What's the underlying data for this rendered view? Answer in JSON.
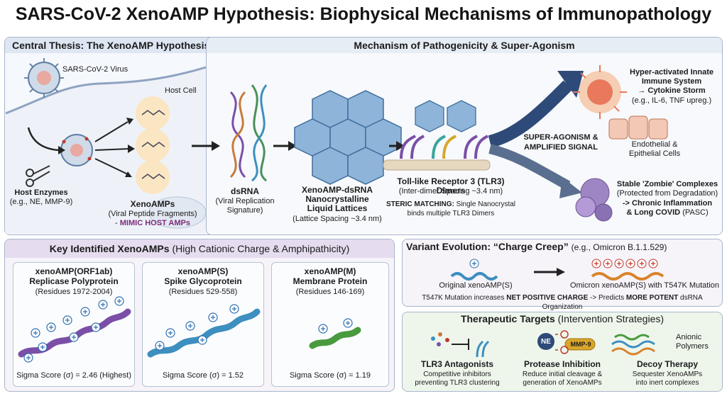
{
  "title": "SARS-CoV-2 XenoAMP Hypothesis: Biophysical Mechanisms of Immunopathology",
  "central": {
    "header": "Central Thesis: The XenoAMP Hypothesis",
    "virus_label": "SARS-CoV-2 Virus",
    "host_cell_label": "Host Cell",
    "enzymes_title": "Host Enzymes",
    "enzymes_sub": "(e.g., NE, MMP-9)",
    "xenoamps_title": "XenoAMPs",
    "xenoamps_sub": "(Viral Peptide Fragments)",
    "xenoamps_dash": "-",
    "xenoamps_mimic": "MIMIC HOST AMPs"
  },
  "mechanism": {
    "header": "Mechanism of Pathogenicity & Super-Agonism",
    "dsrna_title": "dsRNA",
    "dsrna_sub1": "(Viral Replication",
    "dsrna_sub2": "Signature)",
    "lattice_title1": "XenoAMP-dsRNA",
    "lattice_title2": "Nanocrystalline",
    "lattice_title3": "Liquid Lattices",
    "lattice_sub": "(Lattice Spacing ~3.4 nm)",
    "tlr3_title": "Toll-like Receptor 3 (TLR3) Dimers",
    "tlr3_sub": "(Inter-dimer Spacing ~3.4 nm)",
    "steric_bold": "STERIC MATCHING:",
    "steric_text": "Single Nanocrystal",
    "steric_text2": "binds multiple TLR3 Dimers",
    "super_agonism1": "SUPER-AGONISM &",
    "super_agonism2": "AMPLIFIED SIGNAL",
    "hyper_line1": "Hyper-activated Innate",
    "hyper_line2": "Immune System",
    "hyper_line3": "→ Cytokine Storm",
    "hyper_sub": "(e.g., IL-6, TNF upreg.)",
    "endo1": "Endothelial &",
    "endo2": "Epithelial Cells",
    "zombie_title": "Stable 'Zombie' Complexes",
    "zombie_sub": "(Protected from Degradation)",
    "zombie_line2": "-> Chronic Inflammation",
    "zombie_line3": "& Long COVID",
    "zombie_pasc": "(PASC)"
  },
  "key": {
    "header_bold": "Key Identified XenoAMPs",
    "header_rest": "(High Cationic Charge & Amphipathicity)",
    "cards": [
      {
        "name": "xenoAMP(ORF1ab)",
        "protein": "Replicase Polyprotein",
        "residues": "(Residues 1972-2004)",
        "score": "Sigma Score (σ) = 2.46 (Highest)",
        "color": "#7b4fa8"
      },
      {
        "name": "xenoAMP(S)",
        "protein": "Spike Glycoprotein",
        "residues": "(Residues 529-558)",
        "score": "Sigma Score (σ) = 1.52",
        "color": "#3d8fbf"
      },
      {
        "name": "xenoAMP(M)",
        "protein": "Membrane Protein",
        "residues": "(Residues 146-169)",
        "score": "Sigma Score (σ) = 1.19",
        "color": "#4a9a3f"
      }
    ]
  },
  "variant": {
    "header_bold": "Variant Evolution: “Charge Creep”",
    "header_rest": "(e.g., Omicron B.1.1.529)",
    "original": "Original xenoAMP(S)",
    "omicron": "Omicron xenoAMP(S) with T547K Mutation",
    "note_a": "T547K Mutation increases",
    "note_b": "NET POSITIVE CHARGE",
    "note_c": "-> Predicts",
    "note_d": "MORE POTENT",
    "note_e": "dsRNA Organization"
  },
  "therapeutic": {
    "header_bold": "Therapeutic Targets",
    "header_rest": "(Intervention Strategies)",
    "ne_label": "NE",
    "mmp_label": "MMP-9",
    "anionic1": "Anionic",
    "anionic2": "Polymers",
    "items": [
      {
        "title": "TLR3 Antagonists",
        "line1": "Competitive inhibitors",
        "line2": "preventing TLR3 clustering"
      },
      {
        "title": "Protease Inhibition",
        "line1": "Reduce initial cleavage &",
        "line2": "generation of XenoAMPs"
      },
      {
        "title": "Decoy Therapy",
        "line1": "Sequester XenoAMPs",
        "line2": "into inert complexes"
      }
    ]
  },
  "colors": {
    "panel_header_blue": "#dde6f2",
    "panel_header_purple": "#e6dcef",
    "panel_header_green": "#d9ecd4",
    "arrow_navy": "#2e4a78",
    "charge_plus": "#2f6fb0",
    "omicron_orange": "#d9822b"
  }
}
